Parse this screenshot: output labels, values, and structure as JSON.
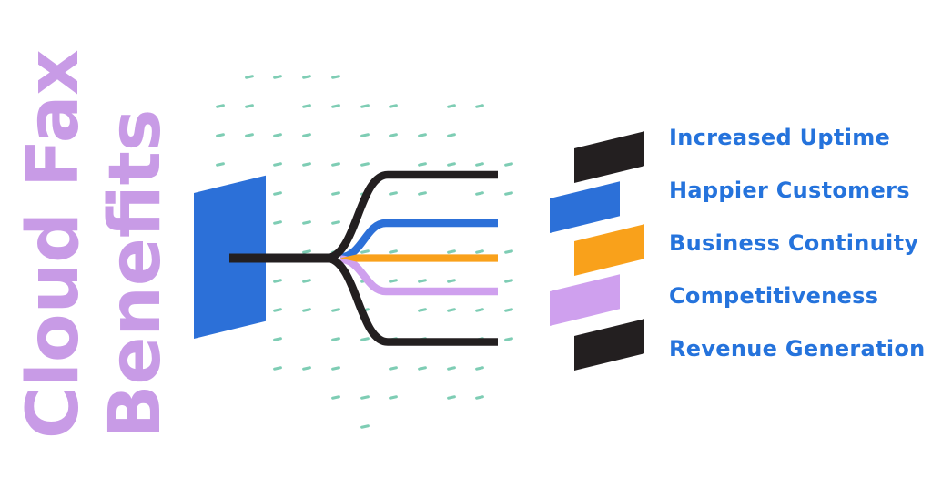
{
  "title": {
    "line1": "Cloud Fax",
    "line2": "Benefits",
    "color": "#C89BE6"
  },
  "diagram": {
    "source_color": "#2C70D8",
    "trunk_color": "#231F20",
    "dash_color": "#7ECDB4",
    "label_color": "#2573DC",
    "branches": [
      {
        "label": "Increased Uptime",
        "color": "#231F20"
      },
      {
        "label": "Happier Customers",
        "color": "#2C70D8"
      },
      {
        "label": "Business Continuity",
        "color": "#F9A11B"
      },
      {
        "label": "Competitiveness",
        "color": "#CFA0EE"
      },
      {
        "label": "Revenue Generation",
        "color": "#231F20"
      }
    ]
  }
}
